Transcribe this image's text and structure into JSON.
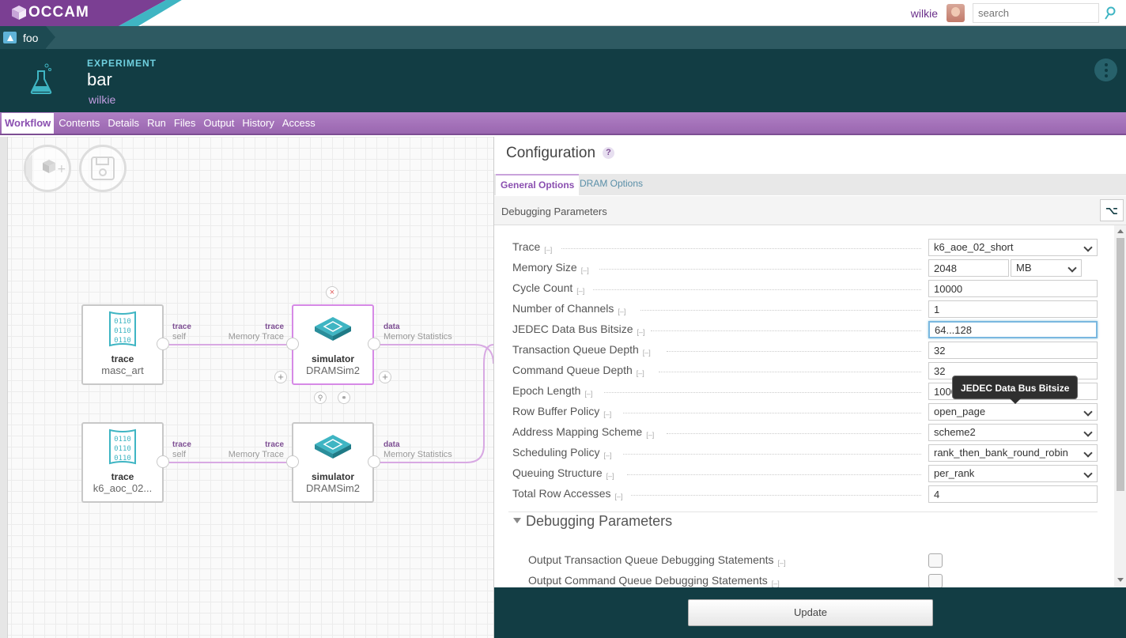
{
  "app": {
    "logo_text": "OCCAM",
    "user": "wilkie",
    "search_placeholder": "search"
  },
  "breadcrumb": {
    "label": "foo"
  },
  "header": {
    "type": "EXPERIMENT",
    "name": "bar",
    "owner": "wilkie"
  },
  "tabs": [
    {
      "label": "Workflow",
      "active": true
    },
    {
      "label": "Contents"
    },
    {
      "label": "Details"
    },
    {
      "label": "Run"
    },
    {
      "label": "Files"
    },
    {
      "label": "Output"
    },
    {
      "label": "History"
    },
    {
      "label": "Access"
    }
  ],
  "workflow": {
    "nodes": [
      {
        "type": "trace",
        "name": "masc_art",
        "icon": "binary-file-icon",
        "out_port": {
          "type": "trace",
          "name": "self"
        }
      },
      {
        "type": "simulator",
        "name": "DRAMSim2",
        "icon": "chip-icon",
        "in_port": {
          "type": "trace",
          "name": "Memory Trace"
        },
        "out_port": {
          "type": "data",
          "name": "Memory Statistics"
        }
      },
      {
        "type": "trace",
        "name": "k6_aoc_02...",
        "icon": "binary-file-icon",
        "out_port": {
          "type": "trace",
          "name": "self"
        }
      },
      {
        "type": "simulator",
        "name": "DRAMSim2",
        "icon": "chip-icon",
        "in_port": {
          "type": "trace",
          "name": "Memory Trace"
        },
        "out_port": {
          "type": "data",
          "name": "Memory Statistics"
        }
      }
    ]
  },
  "config": {
    "title": "Configuration",
    "help": "?",
    "tabs": [
      "General Options",
      "DRAM Options"
    ],
    "section": "Debugging Parameters",
    "collapse_symbol": "⌥",
    "fields": [
      {
        "label": "Trace",
        "kind": "select",
        "value": "k6_aoe_02_short"
      },
      {
        "label": "Memory Size",
        "kind": "text-unit",
        "value": "2048",
        "unit": "MB"
      },
      {
        "label": "Cycle Count",
        "kind": "text",
        "value": "10000"
      },
      {
        "label": "Number of Channels",
        "kind": "text",
        "value": "1"
      },
      {
        "label": "JEDEC Data Bus Bitsize",
        "kind": "text",
        "value": "64...128",
        "focused": true
      },
      {
        "label": "Transaction Queue Depth",
        "kind": "text",
        "value": "32"
      },
      {
        "label": "Command Queue Depth",
        "kind": "text",
        "value": "32"
      },
      {
        "label": "Epoch Length",
        "kind": "text",
        "value": "100000"
      },
      {
        "label": "Row Buffer Policy",
        "kind": "select",
        "value": "open_page"
      },
      {
        "label": "Address Mapping Scheme",
        "kind": "select",
        "value": "scheme2"
      },
      {
        "label": "Scheduling Policy",
        "kind": "select",
        "value": "rank_then_bank_round_robin"
      },
      {
        "label": "Queuing Structure",
        "kind": "select",
        "value": "per_rank"
      },
      {
        "label": "Total Row Accesses",
        "kind": "text",
        "value": "4"
      }
    ],
    "mini_label": "[–]",
    "subsection": "Debugging Parameters",
    "debug_fields": [
      {
        "label": "Output Transaction Queue Debugging Statements",
        "kind": "checkbox"
      },
      {
        "label": "Output Command Queue Debugging Statements",
        "kind": "checkbox"
      }
    ],
    "tooltip": "JEDEC Data Bus Bitsize",
    "update_label": "Update"
  },
  "colors": {
    "brand_purple": "#6a2f8a",
    "header_teal": "#123d44",
    "accent_teal": "#3fb5c3"
  }
}
